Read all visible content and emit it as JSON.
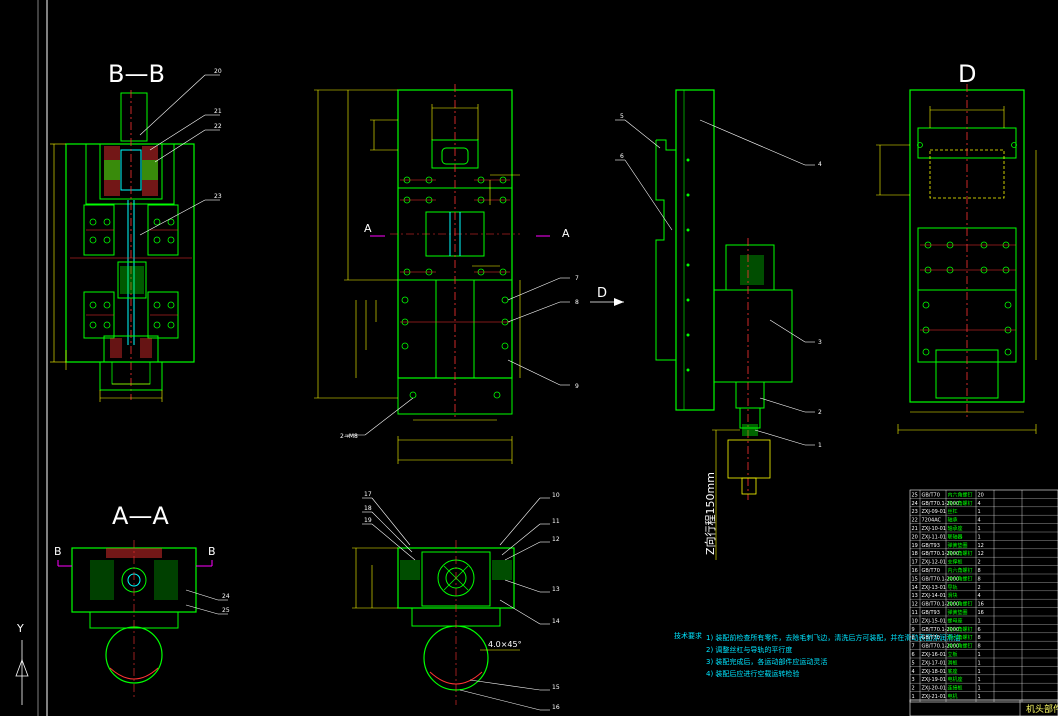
{
  "view_titles": {
    "b_b": "B—B",
    "a_a": "A—A",
    "d": "D"
  },
  "section_marks": {
    "a_left": "A",
    "a_right": "A",
    "b_left": "B",
    "b_right": "B",
    "d_arrow": "D"
  },
  "callouts_right": [
    "7",
    "8",
    "9"
  ],
  "callouts_side": [
    "5",
    "6",
    "4",
    "3",
    "2",
    "1"
  ],
  "callouts_bb": [
    "20",
    "21",
    "22",
    "23"
  ],
  "callouts_aa": [
    "24",
    "25"
  ],
  "callouts_bottom_left": [
    "17",
    "18",
    "19"
  ],
  "callouts_bottom_right": [
    "10",
    "11",
    "12",
    "13",
    "14",
    "15",
    "16"
  ],
  "travel_note": "Z向行程150mm",
  "chamfer_note": "4.0×45°",
  "detail_note": "2→M8",
  "axis_label": "Y",
  "tech_req": {
    "heading": "技术要求",
    "items": [
      "1) 装配前检查所有零件，去除毛刺飞边，清洗后方可装配，并在滑动表面涂润滑油",
      "2) 调整丝杠与导轨的平行度",
      "3) 装配完成后，各运动部件应运动灵活",
      "4) 装配后应进行空载运转检验"
    ]
  },
  "bom": {
    "rows": [
      [
        "25",
        "GB/T70",
        "内六角螺钉",
        "20"
      ],
      [
        "24",
        "GB/T70.1-2000",
        "内六角螺钉",
        "4"
      ],
      [
        "23",
        "ZXJ-09-01",
        "丝杠",
        "1"
      ],
      [
        "22",
        "7204AC",
        "轴承",
        "4"
      ],
      [
        "21",
        "ZXJ-10-01",
        "轴承座",
        "1"
      ],
      [
        "20",
        "ZXJ-11-01",
        "联轴器",
        "1"
      ],
      [
        "19",
        "GB/T93",
        "弹簧垫圈",
        "12"
      ],
      [
        "18",
        "GB/T70.1-2000",
        "内六角螺钉",
        "12"
      ],
      [
        "17",
        "ZXJ-12-01",
        "支撑板",
        "2"
      ],
      [
        "16",
        "GB/T70",
        "内六角螺钉",
        "8"
      ],
      [
        "15",
        "GB/T70.1-2000",
        "内六角螺钉",
        "8"
      ],
      [
        "14",
        "ZXJ-13-01",
        "导轨",
        "2"
      ],
      [
        "13",
        "ZXJ-14-01",
        "滑块",
        "4"
      ],
      [
        "12",
        "GB/T70.1-2000",
        "内六角螺钉",
        "16"
      ],
      [
        "11",
        "GB/T93",
        "弹簧垫圈",
        "16"
      ],
      [
        "10",
        "ZXJ-15-01",
        "螺母座",
        "1"
      ],
      [
        "9",
        "GB/T70.1-2000",
        "内六角螺钉",
        "6"
      ],
      [
        "8",
        "GB/T70",
        "内六角螺钉",
        "8"
      ],
      [
        "7",
        "GB/T70.1-2000",
        "内六角螺钉",
        "8"
      ],
      [
        "6",
        "ZXJ-16-01",
        "立板",
        "1"
      ],
      [
        "5",
        "ZXJ-17-01",
        "滑板",
        "1"
      ],
      [
        "4",
        "ZXJ-18-01",
        "底座",
        "1"
      ],
      [
        "3",
        "ZXJ-19-01",
        "电机座",
        "1"
      ],
      [
        "2",
        "ZXJ-20-01",
        "连接板",
        "1"
      ],
      [
        "1",
        "ZXJ-21-01",
        "电机",
        "1"
      ]
    ],
    "title": "机头部件"
  },
  "colors": {
    "outline": "#00ff00",
    "center": "#ff3333",
    "dimension": "#ffff00",
    "leader": "#ffffff",
    "hidden": "#00ffff",
    "magenta": "#ff00ff"
  }
}
